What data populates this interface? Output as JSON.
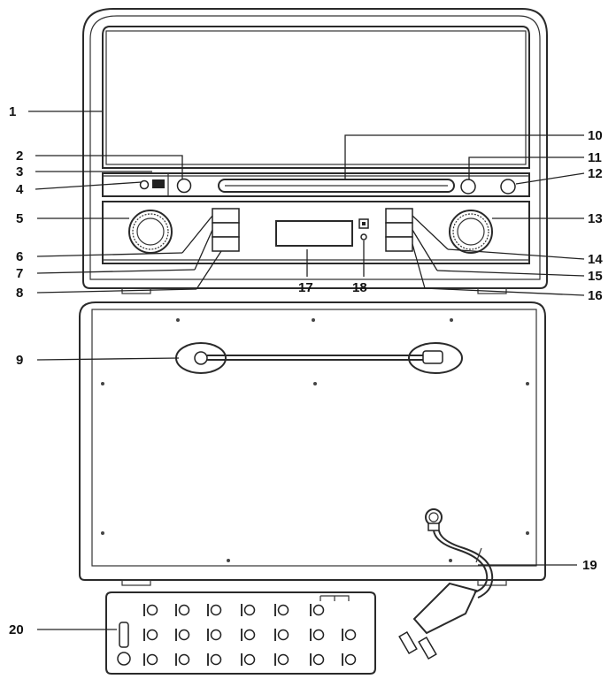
{
  "callouts": {
    "c1": "1",
    "c2": "2",
    "c3": "3",
    "c4": "4",
    "c5": "5",
    "c6": "6",
    "c7": "7",
    "c8": "8",
    "c9": "9",
    "c10": "10",
    "c11": "11",
    "c12": "12",
    "c13": "13",
    "c14": "14",
    "c15": "15",
    "c16": "16",
    "c17": "17",
    "c18": "18",
    "c19": "19",
    "c20": "20"
  },
  "icons": {
    "knob": "volume-tuning-knob-icon",
    "plug": "power-plug-icon",
    "remote": "remote-control-icon"
  }
}
